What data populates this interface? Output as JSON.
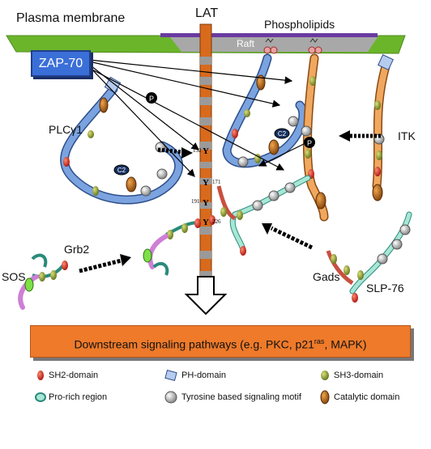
{
  "labels": {
    "plasma_membrane": "Plasma membrane",
    "lat": "LAT",
    "phospholipids": "Phospholipids",
    "raft": "Raft",
    "zap70": "ZAP-70",
    "plcg1": "PLCγ1",
    "itk": "ITK",
    "grb2": "Grb2",
    "sos": "SOS",
    "gads": "Gads",
    "slp76": "SLP-76",
    "phospho": "P",
    "c2": "C2"
  },
  "tyrosines": [
    {
      "letter": "Y",
      "number": "132"
    },
    {
      "letter": "Y",
      "number": "171"
    },
    {
      "letter": "Y",
      "number": "191"
    },
    {
      "letter": "Y",
      "number": "226"
    }
  ],
  "downstream": {
    "prefix": "Downstream signaling pathways (e.g. PKC, p21",
    "superscript": "ras",
    "suffix": ", MAPK)"
  },
  "legend": [
    {
      "shape": "sh2",
      "label": "SH2-domain",
      "color": "#d8322a"
    },
    {
      "shape": "ph",
      "label": "PH-domain",
      "color": "#b6ccef"
    },
    {
      "shape": "sh3",
      "label": "SH3-domain",
      "color": "#8a9a30"
    },
    {
      "shape": "prorich",
      "label": "Pro-rich region",
      "color": "#a8e6c8"
    },
    {
      "shape": "tyr",
      "label": "Tyrosine based signaling motif",
      "color": "#bdbdbd"
    },
    {
      "shape": "catalytic",
      "label": "Catalytic domain",
      "color": "#b06618"
    }
  ]
}
